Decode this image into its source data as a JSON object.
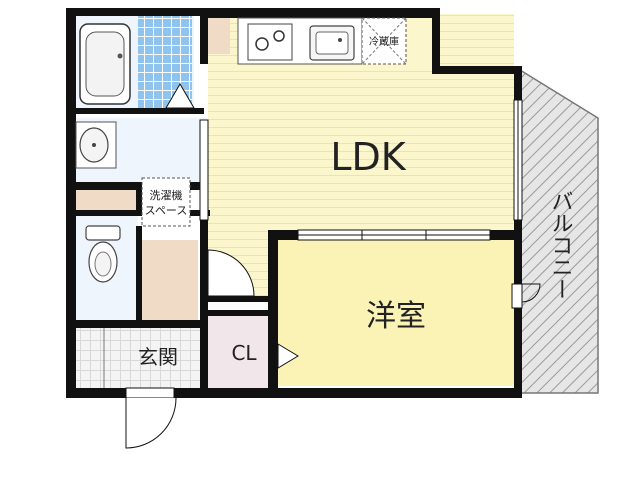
{
  "rooms": {
    "ldk": "LDK",
    "western_room": "洋室",
    "closet": "CL",
    "entrance": "玄関",
    "balcony": "バルコニー",
    "washer_space_line1": "洗濯機",
    "washer_space_line2": "スペース",
    "fridge": "冷蔵庫"
  },
  "colors": {
    "wall": "#111111",
    "ldk_floor": "#fbf6cc",
    "western_floor": "#fbf3b6",
    "bath_tile": "#8fc4ee",
    "wet_area": "#eef5fc",
    "closet_floor": "#f1e6ea",
    "storage": "#efdbc6",
    "balcony_hatch": "#9a9a9a"
  }
}
